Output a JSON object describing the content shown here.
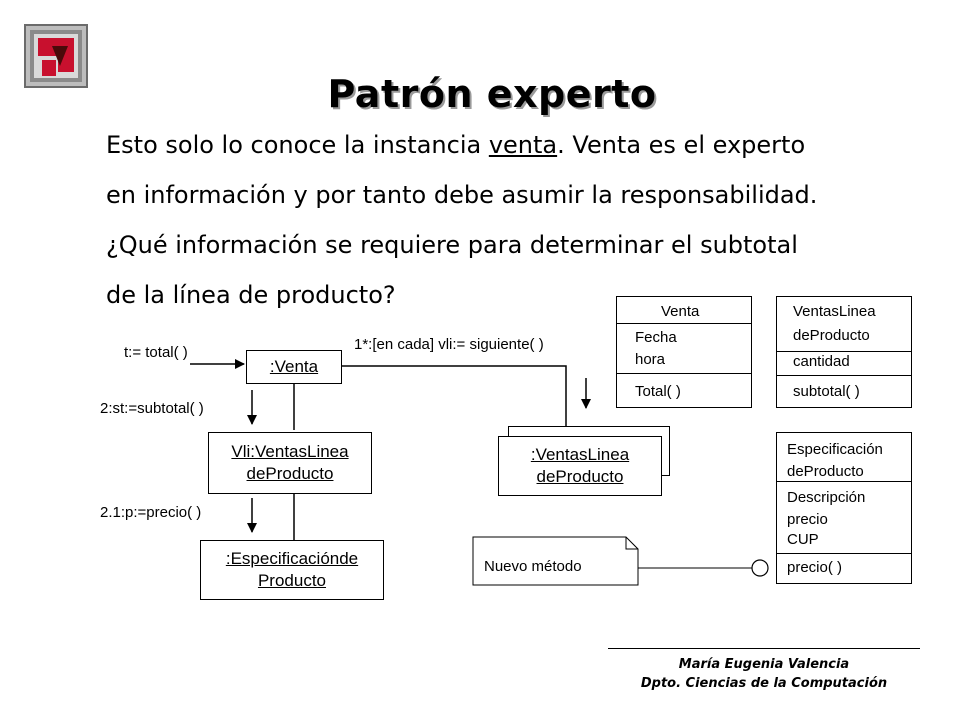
{
  "title": "Patrón experto",
  "paragraph": {
    "line1_a": "Esto solo lo conoce la instancia ",
    "line1_u": "venta",
    "line1_b": ". Venta es el experto",
    "line2": "en información y por tanto debe asumir la responsabilidad.",
    "line3": "¿Qué información se requiere para determinar el subtotal",
    "line4": "de la línea de producto?"
  },
  "diagram": {
    "messages": {
      "total": "t:= total( )",
      "subtotal": "2:st:=subtotal( )",
      "precio": "2.1:p:=precio( )",
      "siguiente": "1*:[en cada] vli:= siguiente( )"
    },
    "objects": {
      "venta": ":Venta",
      "vli_l1": "Vli:VentasLinea",
      "vli_l2": "deProducto",
      "espec_l1": ":Especificaciónde",
      "espec_l2": "Producto",
      "multi_l1": ":VentasLinea",
      "multi_l2": "deProducto"
    },
    "classes": {
      "venta": {
        "name": "Venta",
        "attr1": "Fecha",
        "attr2": "hora",
        "op": "Total( )"
      },
      "ventaslinea": {
        "name1": "VentasLinea",
        "name2": "deProducto",
        "attr": "cantidad",
        "op": "subtotal( )"
      },
      "especificacion": {
        "name1": "Especificación",
        "name2": "deProducto",
        "attr1": "Descripción",
        "attr2": "precio",
        "attr3": "CUP",
        "op": "precio( )"
      }
    },
    "note": "Nuevo método"
  },
  "footer": {
    "line1": "María Eugenia Valencia",
    "line2": "Dpto. Ciencias de la Computación"
  },
  "colors": {
    "logo_red": "#c8102e",
    "logo_frame": "#9a9a9a",
    "title_shadow": "#9a9a9a"
  }
}
